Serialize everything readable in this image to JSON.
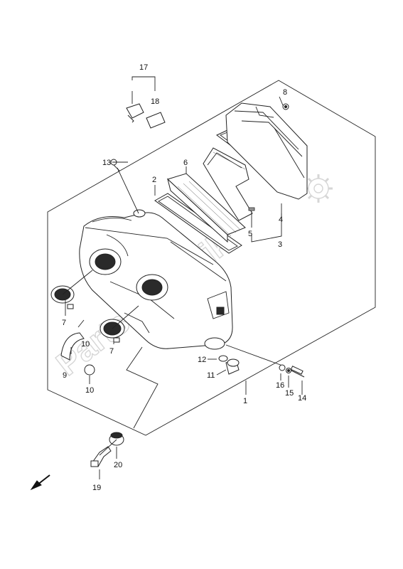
{
  "diagram": {
    "watermark": "Partsrepublik",
    "callouts": [
      {
        "id": "c1",
        "text": "1"
      },
      {
        "id": "c2",
        "text": "2"
      },
      {
        "id": "c3",
        "text": "3"
      },
      {
        "id": "c4",
        "text": "4"
      },
      {
        "id": "c5",
        "text": "5"
      },
      {
        "id": "c6",
        "text": "6"
      },
      {
        "id": "c7a",
        "text": "7"
      },
      {
        "id": "c7b",
        "text": "7"
      },
      {
        "id": "c8",
        "text": "8"
      },
      {
        "id": "c9",
        "text": "9"
      },
      {
        "id": "c10a",
        "text": "10"
      },
      {
        "id": "c10b",
        "text": "10"
      },
      {
        "id": "c11",
        "text": "11"
      },
      {
        "id": "c12",
        "text": "12"
      },
      {
        "id": "c13",
        "text": "13"
      },
      {
        "id": "c14",
        "text": "14"
      },
      {
        "id": "c15",
        "text": "15"
      },
      {
        "id": "c16",
        "text": "16"
      },
      {
        "id": "c17",
        "text": "17"
      },
      {
        "id": "c18",
        "text": "18"
      },
      {
        "id": "c19",
        "text": "19"
      },
      {
        "id": "c20",
        "text": "20"
      }
    ]
  }
}
